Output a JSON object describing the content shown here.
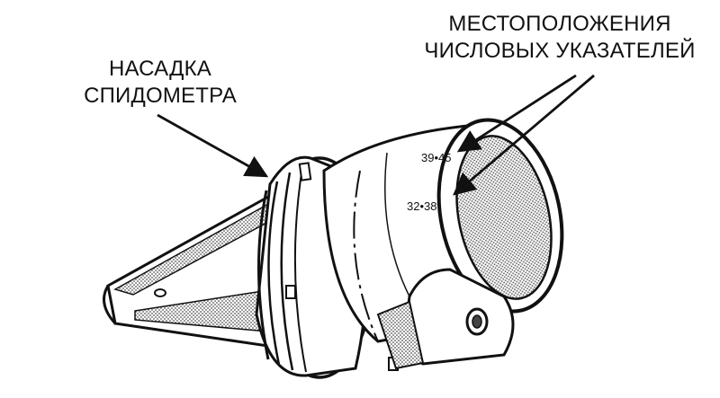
{
  "labels": {
    "speedometer_sleeve": {
      "line1": "НАСАДКА",
      "line2": "СПИДОМЕТРА"
    },
    "indicator_positions": {
      "line1": "МЕСТОПОЛОЖЕНИЯ",
      "line2": "ЧИСЛОВЫХ УКАЗАТЕЛЕЙ"
    }
  },
  "markings": {
    "upper_range": "39•45",
    "lower_range": "32•38"
  },
  "colors": {
    "ink": "#111111",
    "shading": "#8a8a8a",
    "paper": "#ffffff"
  }
}
